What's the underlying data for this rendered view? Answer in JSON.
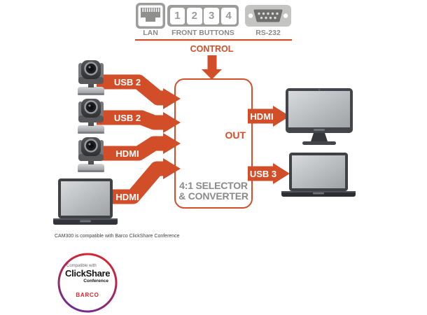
{
  "colors": {
    "accent": "#D14E28",
    "panel_gray": "#9C9C9B",
    "label_gray": "#87888A",
    "box_title_gray": "#8A8A8C",
    "badge_red": "#D9262C",
    "badge_purple": "#6B2E91",
    "barco_red": "#E4222C"
  },
  "top_panel": {
    "lan_label": "LAN",
    "lan_icon": "rj45-ethernet-port",
    "front_buttons_label": "FRONT BUTTONS",
    "buttons": [
      "1",
      "2",
      "3",
      "4"
    ],
    "rs232_label": "RS-232",
    "rs232_icon": "db9-serial-connector",
    "control_label": "CONTROL"
  },
  "converter": {
    "out_label": "OUT",
    "title_line1": "4:1 SELECTOR",
    "title_line2": "& CONVERTER"
  },
  "inputs": [
    {
      "device": "ptz-camera",
      "label": "USB 2"
    },
    {
      "device": "ptz-camera",
      "label": "USB 2"
    },
    {
      "device": "ptz-camera",
      "label": "HDMI"
    },
    {
      "device": "laptop",
      "label": "HDMI"
    }
  ],
  "outputs": [
    {
      "device": "monitor",
      "label": "HDMI"
    },
    {
      "device": "laptop",
      "label": "USB 3"
    }
  ],
  "footnote": "CAM300 is compatible with Barco ClickShare Conference",
  "badge": {
    "tagline": "Compatible with",
    "product": "ClickShare",
    "edition": "Conference",
    "brand": "BARCO"
  }
}
